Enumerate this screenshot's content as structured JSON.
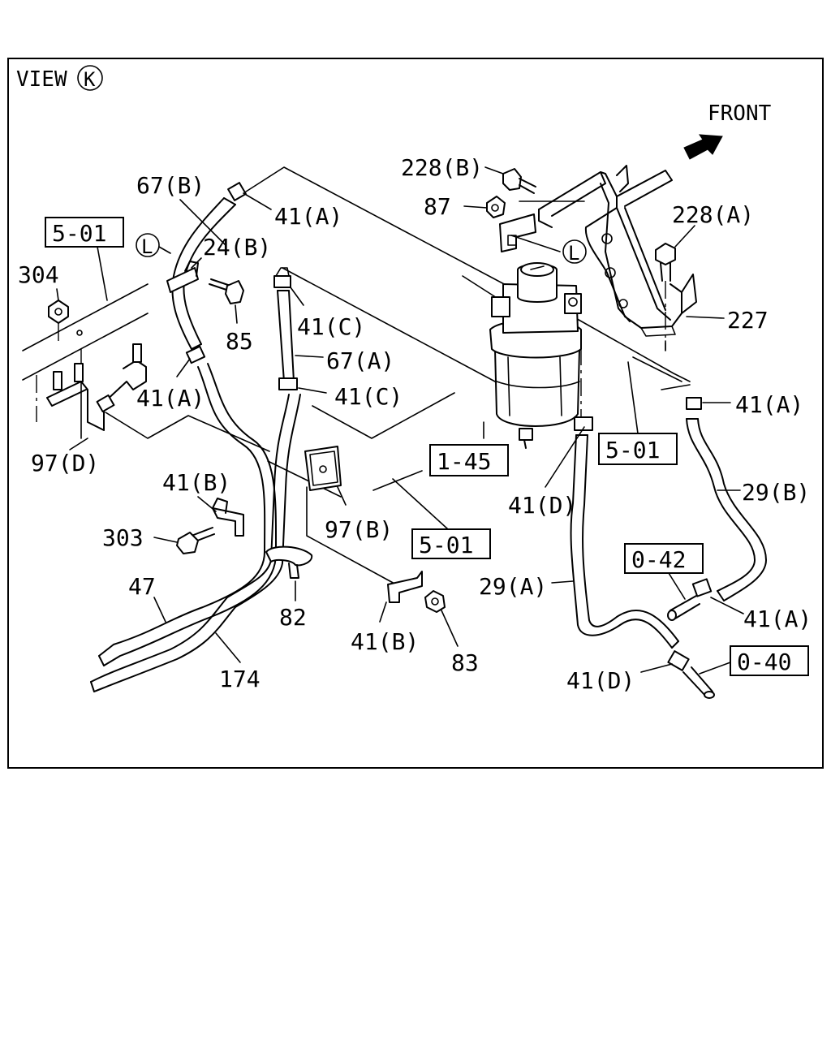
{
  "view": {
    "prefix": "VIEW",
    "letter": "K"
  },
  "front_label": "FRONT",
  "callouts": {
    "c67b": "67(B)",
    "c41a_top": "41(A)",
    "c24b": "24(B)",
    "c304": "304",
    "c85": "85",
    "c41c_top": "41(C)",
    "c67a": "67(A)",
    "c41a_left": "41(A)",
    "c41c_mid": "41(C)",
    "c97d": "97(D)",
    "c41b_left": "41(B)",
    "c303": "303",
    "c97b": "97(B)",
    "c47": "47",
    "c82": "82",
    "c41b_bottom": "41(B)",
    "c83": "83",
    "c174": "174",
    "c228b": "228(B)",
    "c87": "87",
    "c228a": "228(A)",
    "c227": "227",
    "c41a_right": "41(A)",
    "c29b": "29(B)",
    "c41d_mid": "41(D)",
    "c29a": "29(A)",
    "c41a_lower_right": "41(A)",
    "c41d_bottom": "41(D)"
  },
  "ref_boxes": {
    "r501_left": "5-01",
    "r145": "1-45",
    "r501_center": "5-01",
    "r501_right": "5-01",
    "r042": "0-42",
    "r040": "0-40"
  },
  "circle_marks": {
    "l_left": "L",
    "l_right": "L"
  }
}
